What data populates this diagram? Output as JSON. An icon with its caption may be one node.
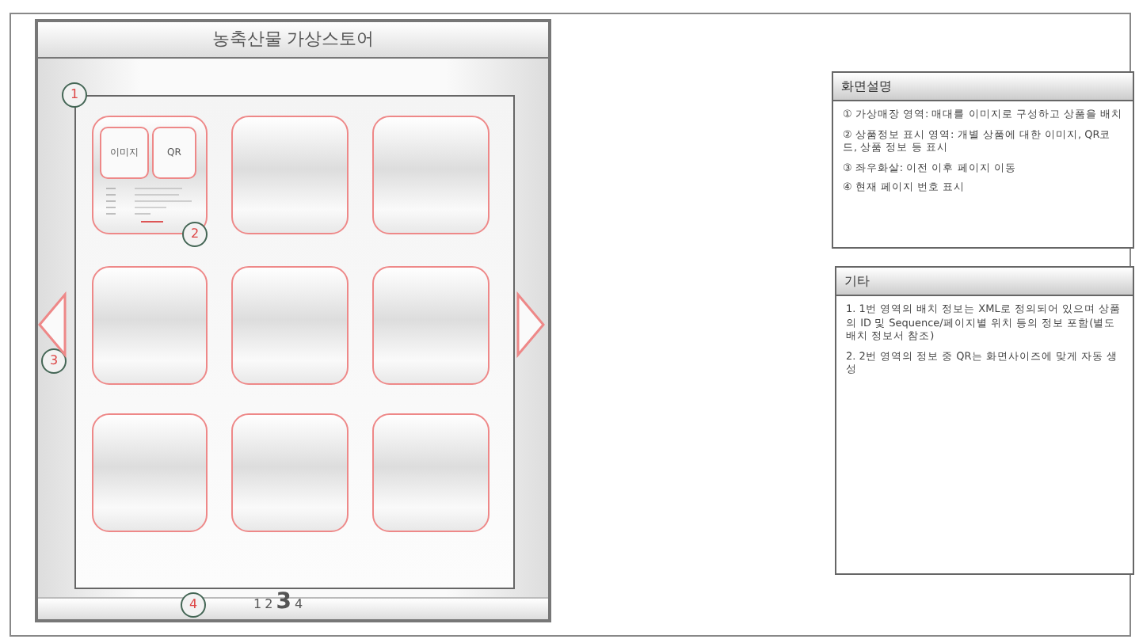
{
  "diagram": {
    "nodes": [
      {
        "text": [
          "농축산물 가상스토어"
        ]
      },
      {
        "text": [],
        "shape": "box",
        "in": 0
      },
      {
        "text": [],
        "shape": "box",
        "in": 1
      },
      {
        "text": [
          "이미지"
        ],
        "in": 2
      },
      {
        "text": [
          "QR"
        ],
        "in": 2
      },
      {
        "text": [],
        "shape": "box",
        "in": 1
      },
      {
        "text": [],
        "shape": "box",
        "in": 1
      },
      {
        "text": [],
        "shape": "box",
        "in": 1
      },
      {
        "text": [],
        "shape": "box",
        "in": 1
      },
      {
        "text": [],
        "shape": "box",
        "in": 1
      },
      {
        "text": [],
        "shape": "box",
        "in": 1
      },
      {
        "text": [],
        "shape": "box",
        "in": 1
      },
      {
        "text": [],
        "shape": "box",
        "in": 1
      },
      {
        "text": [
          "1"
        ],
        "in": 0
      },
      {
        "text": [
          "2"
        ],
        "in": 1
      },
      {
        "text": [
          "3"
        ],
        "in": 0
      },
      {
        "text": [
          "4"
        ],
        "in": 0
      },
      {
        "text": [
          "화면설명",
          "① 가상매장 영역: 매대를 이미지로 구성하고 상품을 배치",
          "② 상품정보 표시 영역: 개별 상품에 대한 이미지, QR코드, 상품 정보 등 표시",
          "③ 좌우화살: 이전 이후 페이지 이동",
          "④ 현재 페이지 번호 표시"
        ]
      },
      {
        "text": [
          "기타",
          "1. 1번 영역의 배치 정보는 XML로 정의되어 있으며 상품의 ID 및 Sequence/페이지별 위치 등의 정보 포함(별도 배치 정보서 참조)",
          "2. 2번 영역의 정보 중 QR는 화면사이즈에 맞게 자동 생성"
        ]
      }
    ],
    "edges": [],
    "labels": [
      "1",
      "2",
      "3",
      "4"
    ]
  }
}
